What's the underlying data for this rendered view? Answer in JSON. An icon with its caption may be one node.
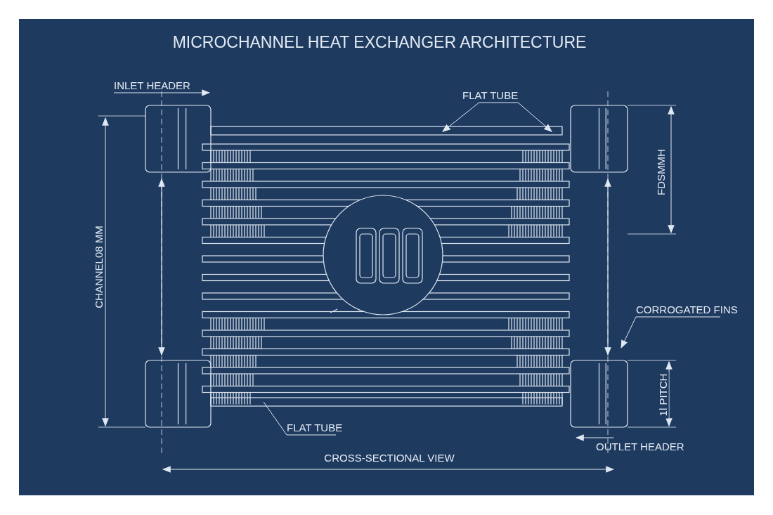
{
  "diagram": {
    "title": "MICROCHANNEL HEAT EXCHANGER ARCHITECTURE",
    "nodes": [
      {
        "text": [
          "INLET HEADER"
        ]
      },
      {
        "text": [
          "FLAT TUBE"
        ]
      },
      {
        "text": [
          "CORROGATED FINS"
        ]
      },
      {
        "text": [
          "FLAT TUBE"
        ]
      },
      {
        "text": [
          "OUTLET HEADER"
        ]
      },
      {
        "text": [],
        "shape": "bar"
      },
      {
        "text": [],
        "shape": "bar"
      }
    ],
    "edges": [
      {
        "from": 0,
        "to": null,
        "arrow": "to"
      },
      {
        "from": 1,
        "to": 5,
        "arrow": "to"
      },
      {
        "from": 1,
        "to": 5,
        "arrow": "to"
      },
      {
        "from": 2,
        "to": null,
        "arrow": "to"
      },
      {
        "from": 3,
        "to": 6,
        "arrow": "none"
      },
      {
        "from": 4,
        "to": null,
        "arrow": "to"
      }
    ],
    "labels": [
      "FDSMMH",
      "CHANNEL08 MM",
      "1l PITCH",
      "CROSS-SECTIONAL VIEW"
    ]
  }
}
